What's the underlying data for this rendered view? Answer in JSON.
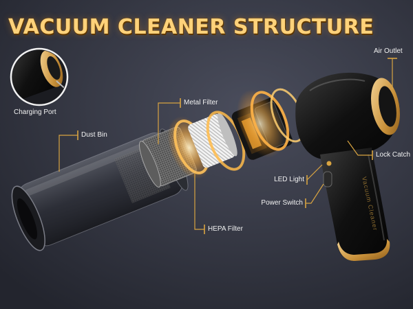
{
  "title": "VACUUM CLEANER STRUCTURE",
  "labels": {
    "charging_port": "Charging Port",
    "dust_bin": "Dust Bin",
    "metal_filter": "Metal Filter",
    "hepa_filter": "HEPA Filter",
    "air_outlet": "Air Outlet",
    "lock_catch": "Lock Catch",
    "led_light": "LED Light",
    "power_switch": "Power Switch"
  },
  "brand_text": "Vacuum Cleaner",
  "colors": {
    "background": "#3a3d4a",
    "title": "#ffd27a",
    "accent_gold": "#d9a441",
    "glow": "#ffb347",
    "body_black": "#141414",
    "label_text": "#f2f2f2"
  }
}
